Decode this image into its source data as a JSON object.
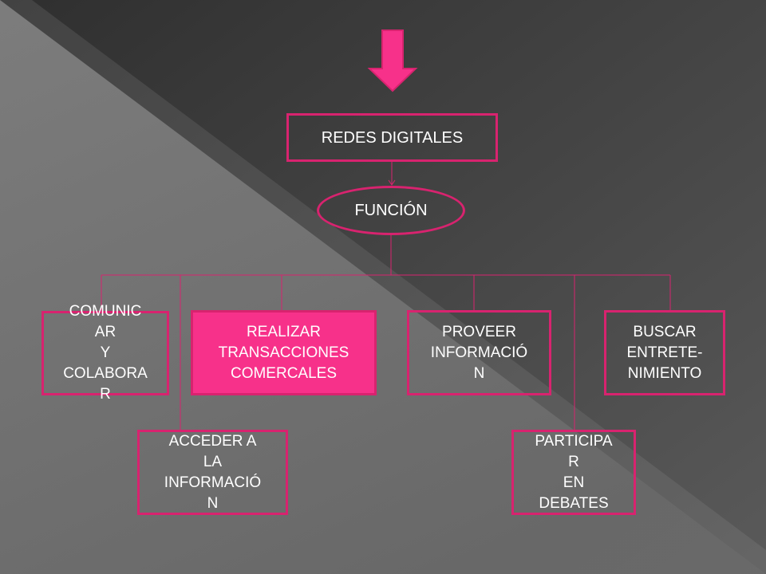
{
  "diagram": {
    "root": "REDES DIGITALES",
    "function_label": "FUNCIÓN",
    "nodes": {
      "comunicar": "COMUNIC\nAR\nY\nCOLABORA\nR",
      "realizar": "REALIZAR\nTRANSACCIONES\nCOMERCALES",
      "proveer": "PROVEER\nINFORMACIÓ\nN",
      "buscar": "BUSCAR\nENTRETE-\nNIMIENTO",
      "acceder": "ACCEDER A\nLA\nINFORMACIÓ\nN",
      "participar": "PARTICIPA\nR\nEN\nDEBATES"
    }
  },
  "colors": {
    "background": "#4a4a4a",
    "accent": "#f7318a",
    "border": "#d8236f",
    "text": "#ffffff"
  },
  "icons": {
    "top_arrow": "down-arrow-icon"
  }
}
